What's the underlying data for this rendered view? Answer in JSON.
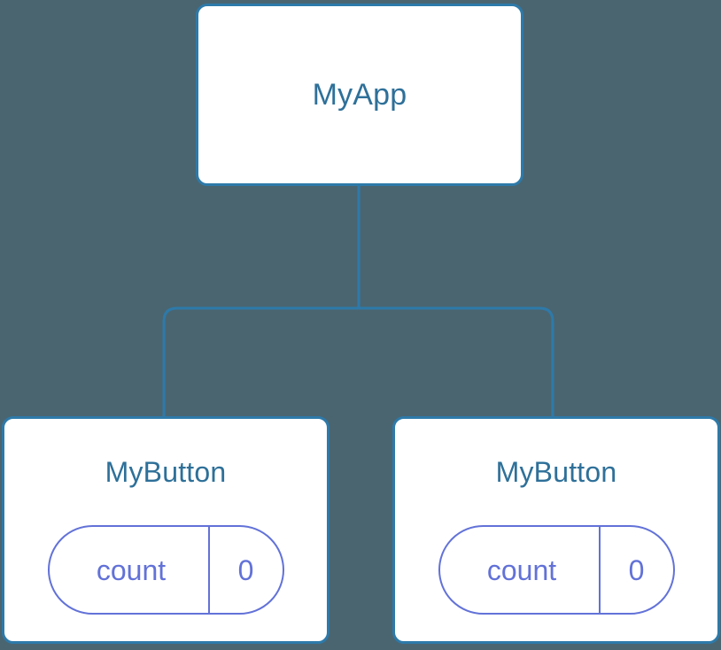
{
  "canvas": {
    "background_color": "#4a6570",
    "node_fill": "#ffffff",
    "node_border_color": "#2d7aaa",
    "node_title_color": "#2e7099",
    "pill_color": "#6272d8",
    "edge_color": "#2d7aaa"
  },
  "tree": {
    "root": {
      "title": "MyApp"
    },
    "children": [
      {
        "title": "MyButton",
        "state": {
          "key": "count",
          "value": "0"
        }
      },
      {
        "title": "MyButton",
        "state": {
          "key": "count",
          "value": "0"
        }
      }
    ]
  }
}
